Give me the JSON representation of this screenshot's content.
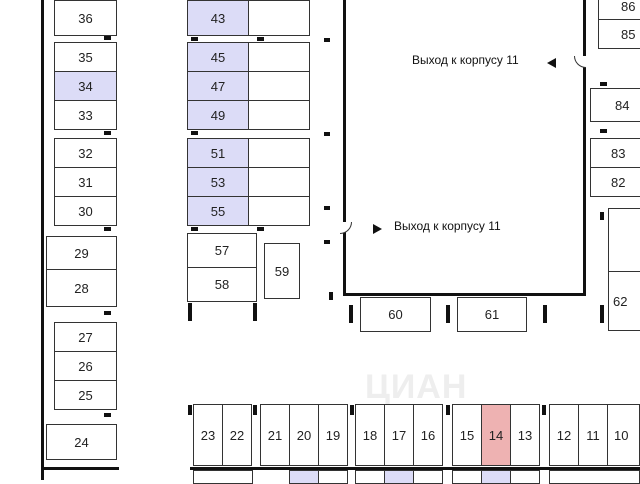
{
  "exits": {
    "top": "Выход к корпусу 11",
    "middle": "Выход к корпусу 11"
  },
  "watermark": "ЦИАН",
  "spots": {
    "s36": "36",
    "s35": "35",
    "s34": "34",
    "s33": "33",
    "s32": "32",
    "s31": "31",
    "s30": "30",
    "s29": "29",
    "s28": "28",
    "s27": "27",
    "s26": "26",
    "s25": "25",
    "s24": "24",
    "s43": "43",
    "s45": "45",
    "s47": "47",
    "s49": "49",
    "s51": "51",
    "s53": "53",
    "s55": "55",
    "s57": "57",
    "s58": "58",
    "s59": "59",
    "s60": "60",
    "s61": "61",
    "s62": "62",
    "s86": "86",
    "s85": "85",
    "s84": "84",
    "s83": "83",
    "s82": "82",
    "s23": "23",
    "s22": "22",
    "s21": "21",
    "s20": "20",
    "s19": "19",
    "s18": "18",
    "s17": "17",
    "s16": "16",
    "s15": "15",
    "s14": "14",
    "s13": "13",
    "s12": "12",
    "s11": "11",
    "s10": "10"
  },
  "colors": {
    "available": "#dcdcf7",
    "selected": "#eeb2b2"
  },
  "selected_spot": "14"
}
